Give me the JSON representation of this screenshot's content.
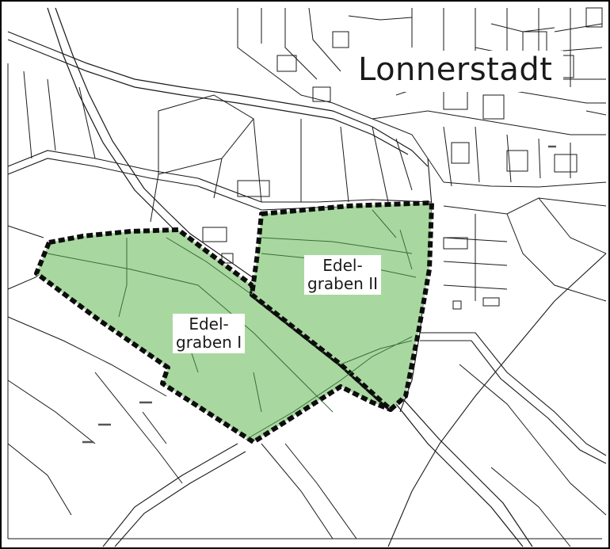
{
  "map": {
    "town_label": "Lonnerstadt",
    "areas": [
      {
        "line1": "Edel-",
        "line2": "graben I"
      },
      {
        "line1": "Edel-",
        "line2": "graben II"
      }
    ],
    "colors": {
      "background": "#ffffff",
      "parcel_line": "#1a1a1a",
      "area_fill": "#a8d8a0",
      "area_border": "#0d0d0d",
      "frame": "#000000"
    }
  }
}
